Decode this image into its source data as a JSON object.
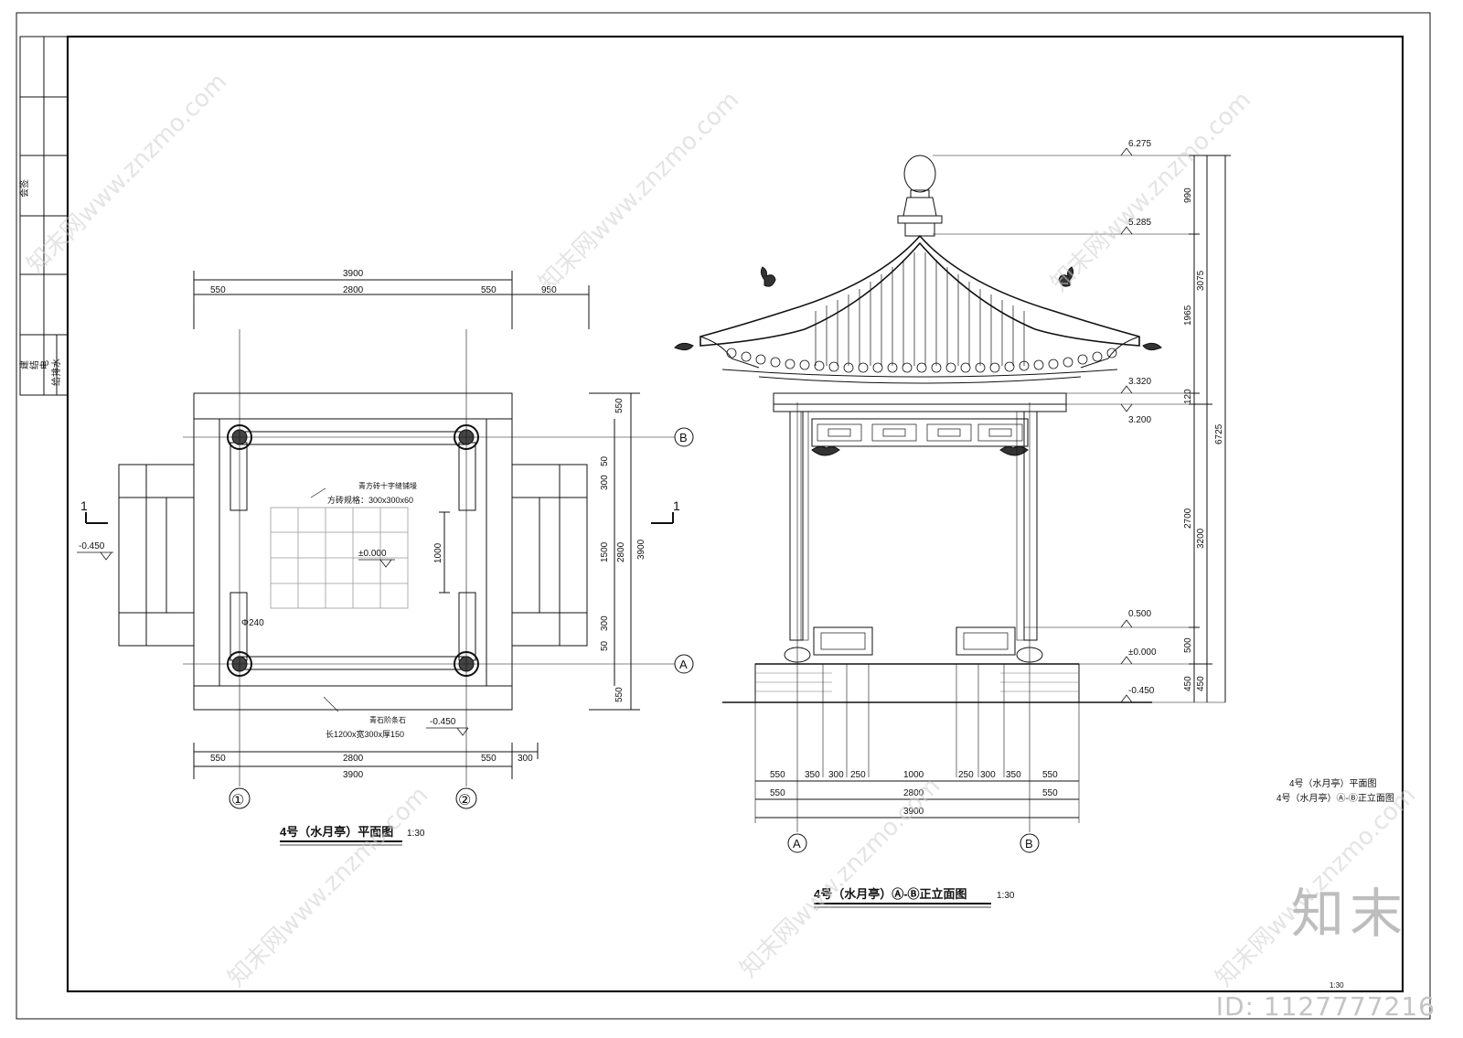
{
  "title_block": {
    "cells": [
      "建",
      "结",
      "电",
      "给排水"
    ],
    "sign_label": "会签"
  },
  "plan": {
    "title": "4号（水月亭）平面图",
    "scale": "1:30",
    "top_total": "3900",
    "top_dims": [
      "550",
      "2800",
      "550",
      "950"
    ],
    "bottom_dims": [
      "550",
      "2800",
      "550",
      "300"
    ],
    "bottom_total": "3900",
    "right_outer": [
      "550",
      "3900",
      "550"
    ],
    "right_inner": [
      "50",
      "300",
      "1500",
      "2800",
      "300",
      "50"
    ],
    "inner_1000": "1000",
    "axis_labels": [
      "①",
      "②",
      "B",
      "A"
    ],
    "section_mark": "1",
    "level_left": "-0.450",
    "level_bottom": "-0.450",
    "level_center": "±0.000",
    "note_floor_title": "青方砖十字缝铺墁",
    "note_floor_spec": "方砖规格：300x300x60",
    "note_column": "Φ240",
    "note_kerb_title": "青石阶条石",
    "note_kerb_spec": "长1200x宽300x厚150"
  },
  "elevation": {
    "title": "4号（水月亭）Ⓐ-Ⓑ正立面图",
    "scale": "1:30",
    "levels": [
      "6.275",
      "5.285",
      "3.320",
      "3.200",
      "0.500",
      "±0.000",
      "-0.450"
    ],
    "right_dims_inner": [
      "990",
      "1965",
      "120",
      "2700",
      "500",
      "450"
    ],
    "right_dims_outer": [
      "3075",
      "3200",
      "450"
    ],
    "right_dims_total": "6725",
    "bottom_row1": [
      "550",
      "350",
      "300",
      "250",
      "1000",
      "250",
      "300",
      "350",
      "550"
    ],
    "bottom_row2": [
      "550",
      "2800",
      "550"
    ],
    "bottom_total": "3900",
    "axis_labels": [
      "A",
      "B"
    ]
  },
  "legend": {
    "line1": "4号（水月亭）平面图",
    "line2": "4号（水月亭）Ⓐ-Ⓑ正立面图",
    "scale": "1:30"
  },
  "watermark": {
    "text": "知末网www.znzmo.com",
    "logo": "知末",
    "id": "ID: 1127777216"
  }
}
